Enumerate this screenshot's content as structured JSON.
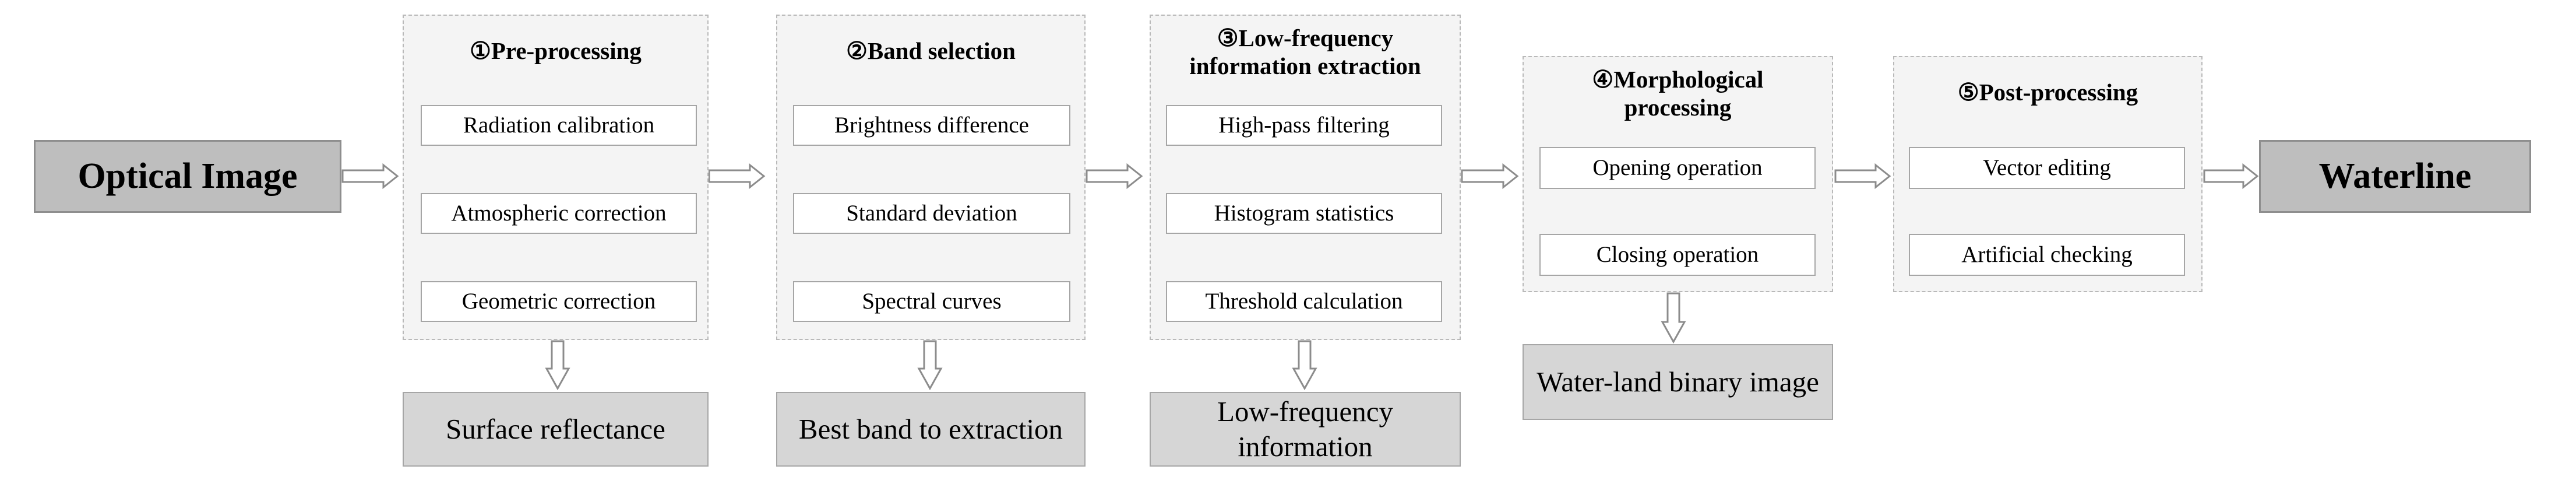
{
  "input": {
    "label": "Optical Image"
  },
  "result": {
    "label": "Waterline"
  },
  "stages": [
    {
      "title": "①Pre-processing",
      "steps": [
        "Radiation calibration",
        "Atmospheric correction",
        "Geometric correction"
      ],
      "output": "Surface reflectance"
    },
    {
      "title": "②Band selection",
      "steps": [
        "Brightness difference",
        "Standard deviation",
        "Spectral curves"
      ],
      "output": "Best band to extraction"
    },
    {
      "title": "③Low-frequency information extraction",
      "steps": [
        "High-pass filtering",
        "Histogram statistics",
        "Threshold calculation"
      ],
      "output": "Low-frequency information"
    },
    {
      "title": "④Morphological processing",
      "steps": [
        "Opening operation",
        "Closing operation"
      ],
      "output": "Water-land binary image"
    },
    {
      "title": "⑤Post-processing",
      "steps": [
        "Vector editing",
        "Artificial checking"
      ],
      "output": ""
    }
  ]
}
